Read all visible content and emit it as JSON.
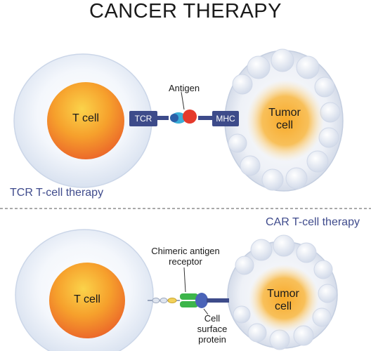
{
  "title": "CANCER THERAPY",
  "tcr_section": {
    "label": "TCR T-cell therapy",
    "t_cell_label": "T cell",
    "tumor_label_line1": "Tumor",
    "tumor_label_line2": "cell",
    "tcr_label": "TCR",
    "mhc_label": "MHC",
    "antigen_label": "Antigen"
  },
  "car_section": {
    "label": "CAR T-cell therapy",
    "t_cell_label": "T cell",
    "tumor_label_line1": "Tumor",
    "tumor_label_line2": "cell",
    "receptor_label_line1": "Chimeric antigen",
    "receptor_label_line2": "receptor",
    "protein_label_line1": "Cell",
    "protein_label_line2": "surface",
    "protein_label_line3": "protein"
  },
  "colors": {
    "accent_text": "#3f4b8c",
    "connector_blue": "#3d4b8a",
    "nucleus_orange": "#f08a2a",
    "tumor_core": "#f5a623",
    "receptor_green": "#3cb54a",
    "antigen_red": "#e53a2c"
  }
}
